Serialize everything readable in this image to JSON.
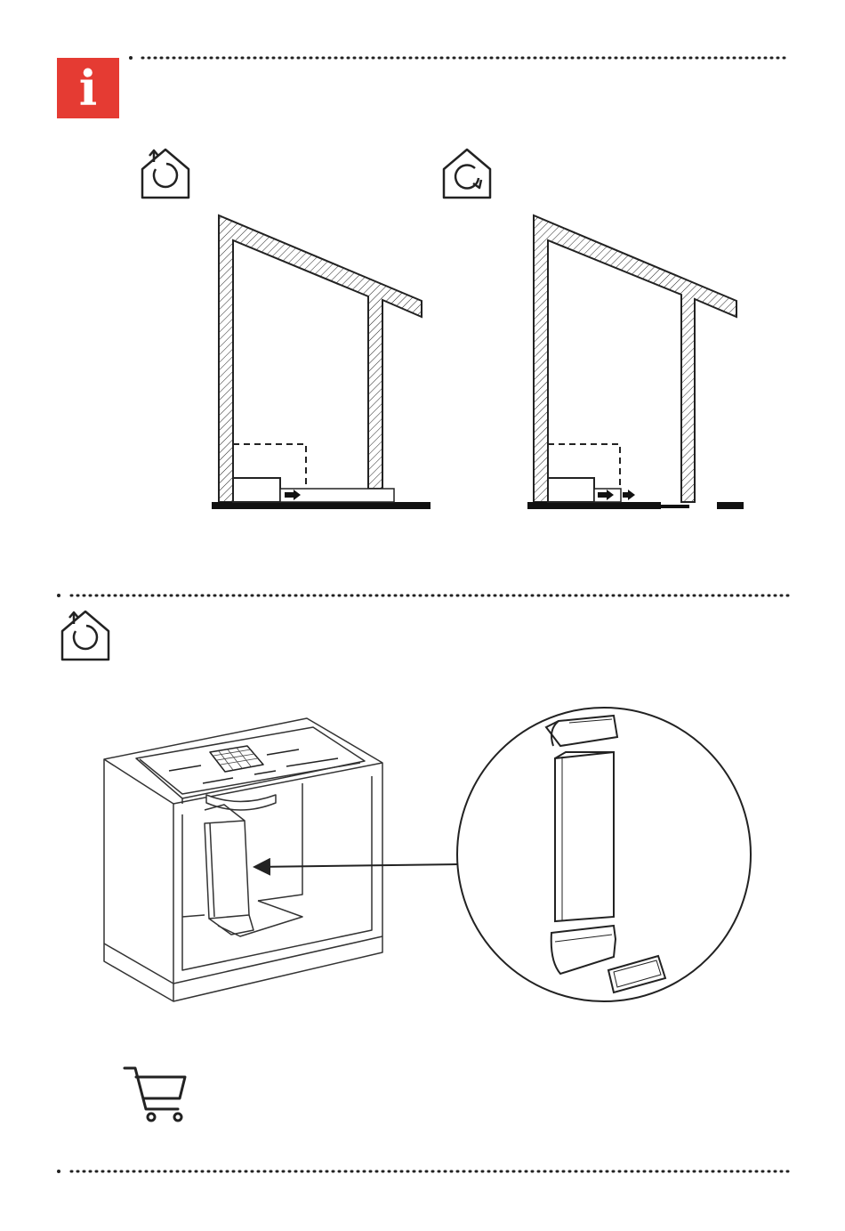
{
  "info_badge": {
    "glyph": "i",
    "color": "#e53b33"
  },
  "icons": {
    "ducted_mode": "house-ducted-arrow-icon",
    "recirculation_mode": "house-recirculation-icon",
    "accessory_purchase": "shopping-cart-icon"
  },
  "diagrams": {
    "ducted_wall": "wall-section-ducted-diagram",
    "recirculation_wall": "wall-section-recirculation-diagram",
    "cabinet_install": "cabinet-hob-duct-diagram",
    "duct_kit_detail": "duct-kit-detail-diagram"
  }
}
